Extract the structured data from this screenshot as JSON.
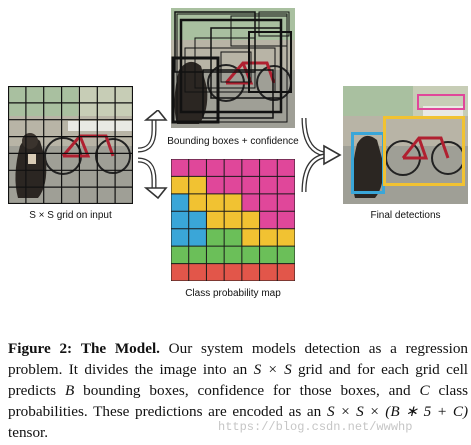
{
  "panels": {
    "input_label": "S × S grid on input",
    "boxes_label": "Bounding boxes + confidence",
    "classmap_label": "Class probability map",
    "final_label": "Final detections"
  },
  "classmap": {
    "colors": {
      "magenta": "#e0479a",
      "yellow": "#f1c232",
      "blue": "#3aa6d8",
      "green": "#6bbf59",
      "red": "#e2564a"
    },
    "grid": [
      [
        "magenta",
        "magenta",
        "magenta",
        "magenta",
        "magenta",
        "magenta",
        "magenta"
      ],
      [
        "yellow",
        "yellow",
        "magenta",
        "magenta",
        "magenta",
        "magenta",
        "magenta"
      ],
      [
        "blue",
        "yellow",
        "yellow",
        "yellow",
        "magenta",
        "magenta",
        "magenta"
      ],
      [
        "blue",
        "blue",
        "yellow",
        "yellow",
        "yellow",
        "magenta",
        "magenta"
      ],
      [
        "blue",
        "blue",
        "green",
        "green",
        "yellow",
        "yellow",
        "yellow"
      ],
      [
        "green",
        "green",
        "green",
        "green",
        "green",
        "green",
        "green"
      ],
      [
        "red",
        "red",
        "red",
        "red",
        "red",
        "red",
        "red"
      ]
    ]
  },
  "detections": {
    "colors": {
      "dog": "#3aa6d8",
      "bicycle": "#f1c232",
      "car": "#e0479a"
    }
  },
  "caption": {
    "figure_label": "Figure 2:",
    "title": "The Model.",
    "text_1": "Our system models detection as a regression problem. It divides the image into an",
    "math_1": "S × S",
    "text_2": "grid and for each grid cell predicts",
    "math_2": "B",
    "text_3": "bounding boxes, confidence for those boxes, and",
    "math_3": "C",
    "text_4": "class probabilities. These predictions are encoded as an",
    "math_4": "S × S × (B ∗ 5 + C)",
    "text_5": "tensor."
  },
  "watermark": "https://blog.csdn.net/wwwhp"
}
